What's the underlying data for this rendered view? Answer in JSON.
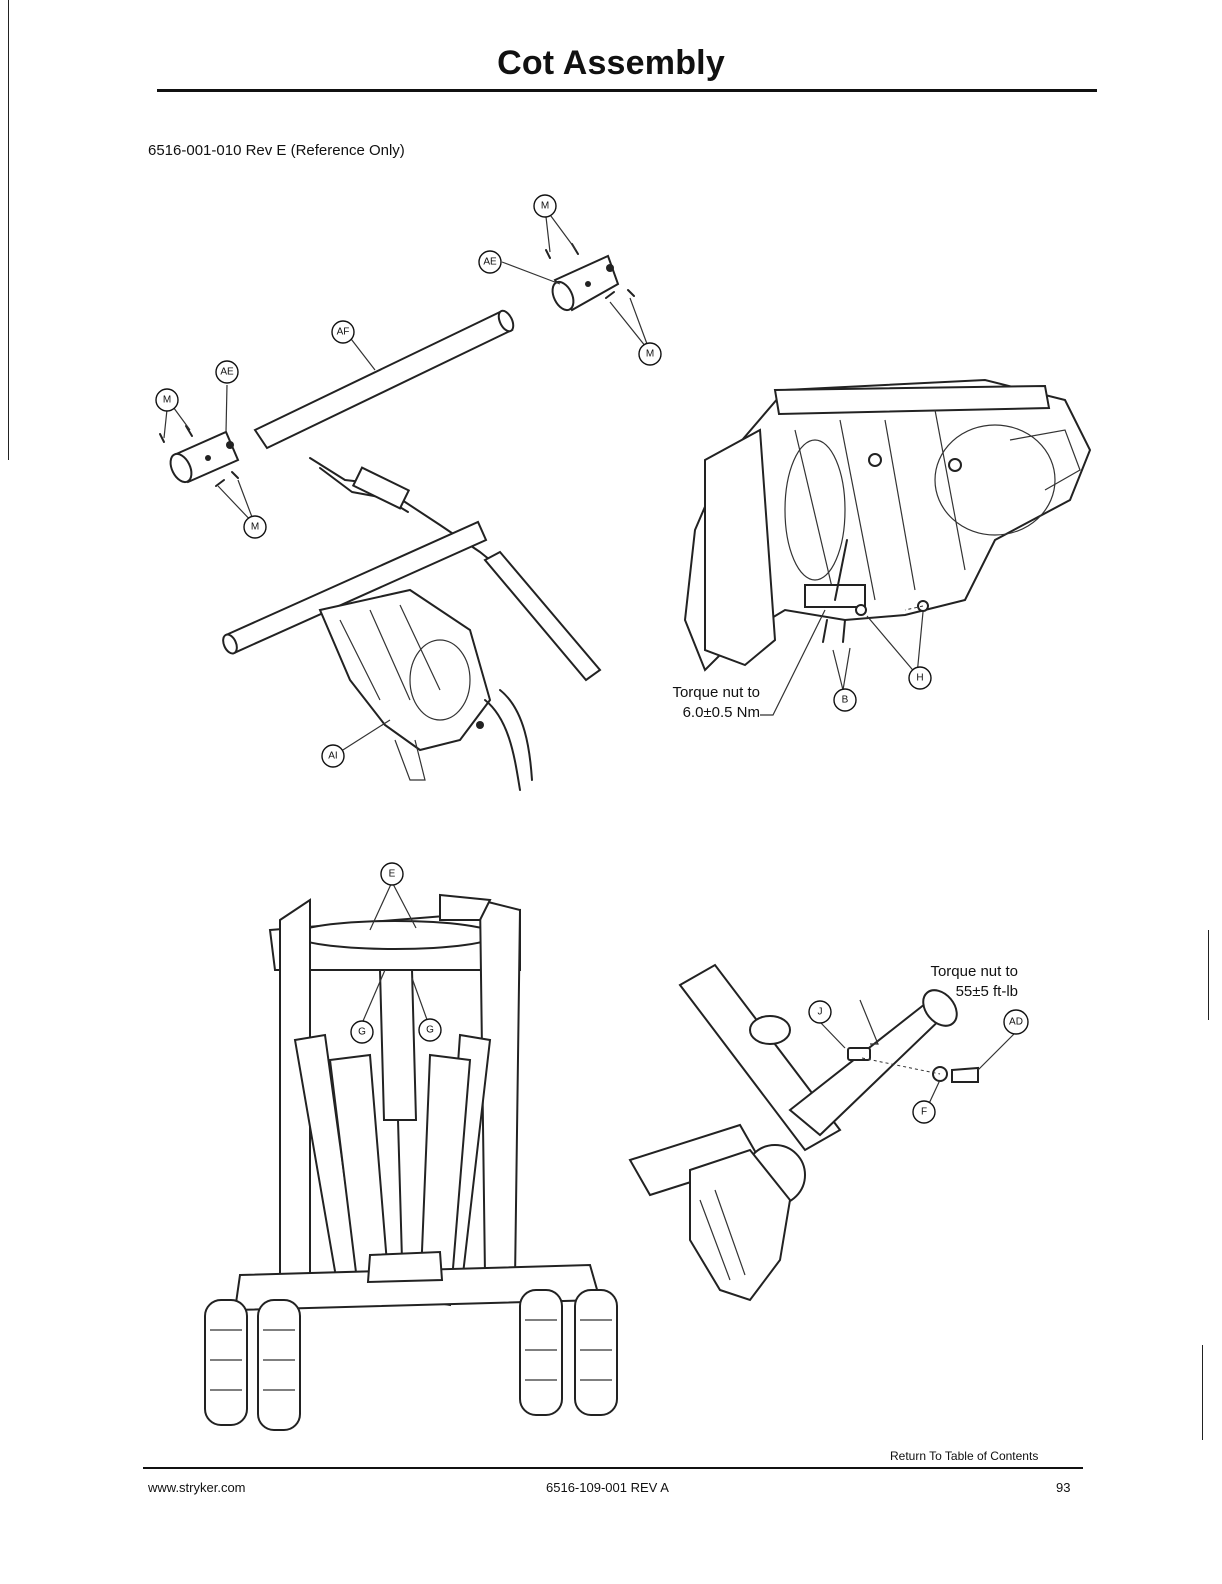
{
  "header": {
    "title": "Cot Assembly",
    "reference": "6516-001-010 Rev E (Reference Only)"
  },
  "callouts": {
    "AE": "AE",
    "AF": "AF",
    "AI": "AI",
    "M": "M",
    "B": "B",
    "H": "H",
    "E": "E",
    "G": "G",
    "J": "J",
    "AD": "AD",
    "F": "F"
  },
  "notes": {
    "torque_upper_line1": "Torque nut to",
    "torque_upper_line2": "6.0±0.5 Nm",
    "torque_lower_line1": "Torque nut to",
    "torque_lower_line2": "55±5 ft-lb"
  },
  "footer": {
    "toc_link": "Return To Table of Contents",
    "website": "www.stryker.com",
    "doc_number": "6516-109-001 REV A",
    "page_number": "93"
  }
}
